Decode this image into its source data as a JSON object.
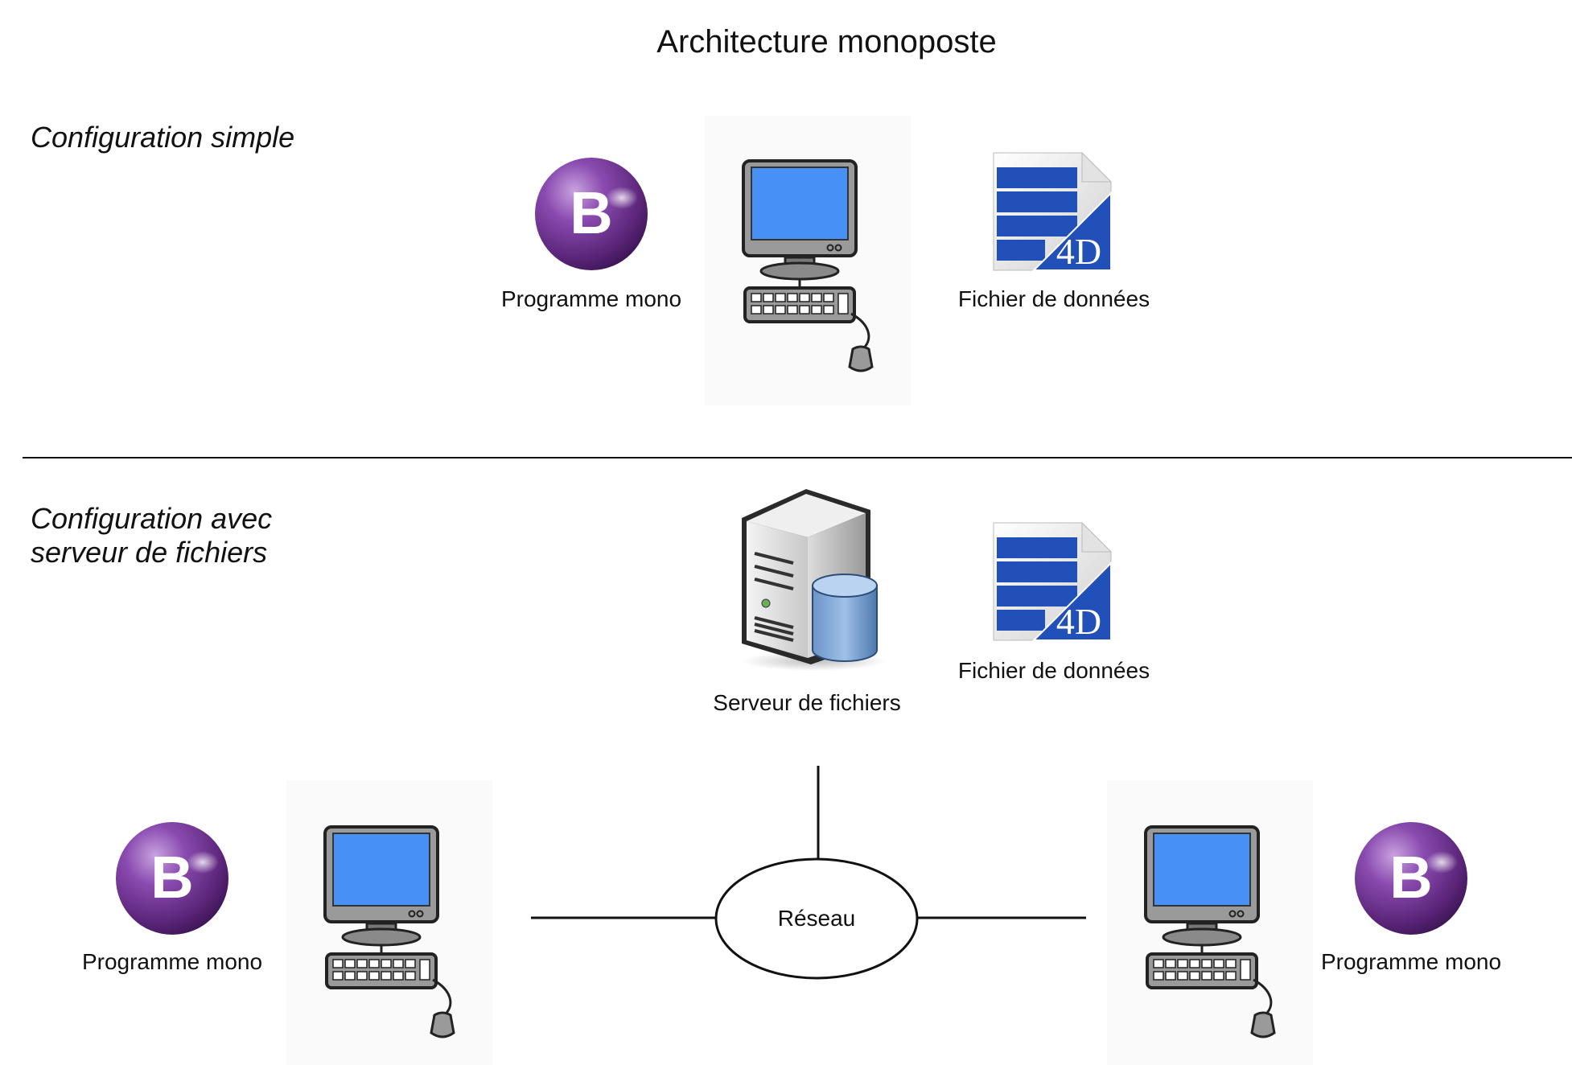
{
  "title": "Architecture monoposte",
  "sections": {
    "simple": {
      "heading": "Configuration simple",
      "program_label": "Programme mono",
      "datafile_label": "Fichier de données",
      "program_icon_letter": "B",
      "datafile_icon_text": "4D"
    },
    "fileserver": {
      "heading_line1": "Configuration avec",
      "heading_line2": "serveur de fichiers",
      "server_label": "Serveur de fichiers",
      "datafile_label": "Fichier de données",
      "network_label": "Réseau",
      "left_program_label": "Programme mono",
      "right_program_label": "Programme mono",
      "program_icon_letter": "B",
      "datafile_icon_text": "4D"
    }
  },
  "colors": {
    "program_sphere": "#7a3d9a",
    "screen_blue": "#4790f5",
    "doc_blue": "#2150b8",
    "line": "#111111"
  },
  "icons": [
    "program-sphere-icon",
    "computer-icon",
    "datafile-icon",
    "file-server-icon"
  ]
}
